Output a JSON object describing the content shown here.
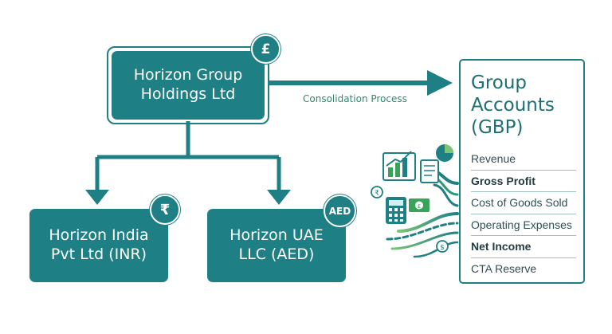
{
  "parent": {
    "name": "Horizon Group\nHoldings Ltd",
    "currency_symbol": "£"
  },
  "subsidiaries": [
    {
      "name": "Horizon India\nPvt Ltd (INR)",
      "currency_symbol": "₹"
    },
    {
      "name": "Horizon UAE\nLLC (AED)",
      "currency_symbol": "AED"
    }
  ],
  "flow_label": "Consolidation Process",
  "group_accounts": {
    "title": "Group\nAccounts\n(GBP)",
    "items": [
      {
        "label": "Revenue",
        "bold": false
      },
      {
        "label": "Gross Profit",
        "bold": true
      },
      {
        "label": "Cost of Goods Sold",
        "bold": false
      },
      {
        "label": "Operating Expenses",
        "bold": false
      },
      {
        "label": "Net Income",
        "bold": true
      },
      {
        "label": "CTA Reserve",
        "bold": false
      }
    ]
  },
  "colors": {
    "primary": "#1e7f84",
    "accent_green": "#3aa35a",
    "dark_teal": "#155e63"
  },
  "icons": [
    "bar-chart-icon",
    "pie-chart-icon",
    "document-icon",
    "calculator-icon",
    "banknote-icon",
    "rupee-coin-icon",
    "dollar-coin-icon"
  ]
}
